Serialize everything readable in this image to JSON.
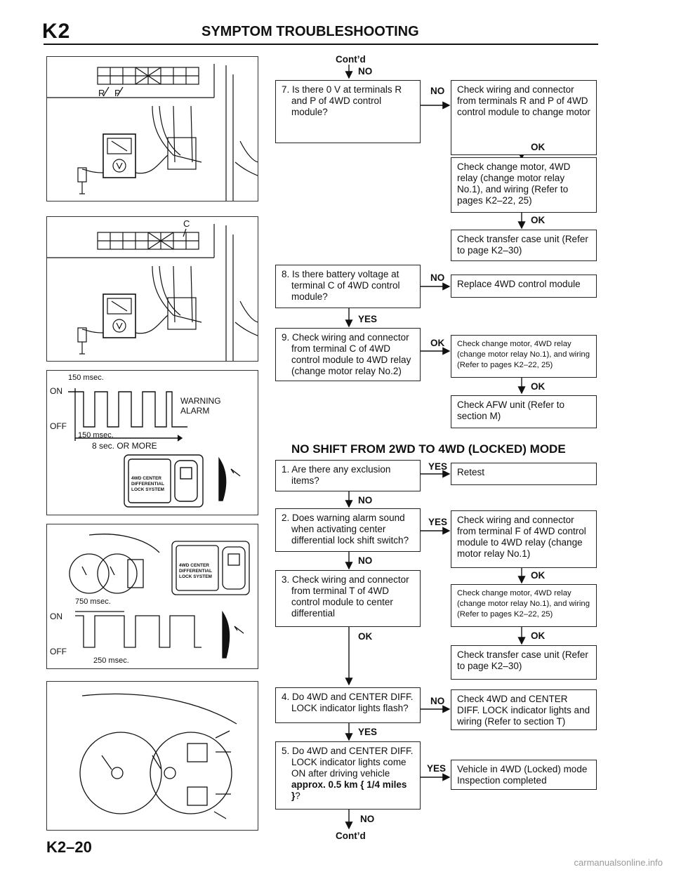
{
  "header": {
    "section_code": "K2",
    "title": "SYMPTOM TROUBLESHOOTING"
  },
  "footer": {
    "page_number": "K2–20",
    "watermark": "carmanualsonline.info"
  },
  "flow_top": {
    "contd_top": "Cont’d",
    "no_top": "NO",
    "q7": "7. Is there 0 V at terminals R and P of 4WD control module?",
    "no_7": "NO",
    "r7": "Check wiring and connector from terminals R and P of 4WD control module to change motor",
    "ok_a": "OK",
    "r7b": "Check change motor, 4WD relay (change motor relay No.1), and wiring (Refer to pages K2–22, 25)",
    "ok_b": "OK",
    "r7c": "Check transfer case unit (Refer to page K2–30)",
    "q8": "8. Is there battery voltage at terminal C of 4WD control module?",
    "no_8": "NO",
    "r8": "Replace 4WD control module",
    "yes_8": "YES",
    "q9": "9. Check wiring and connector from terminal C of 4WD control module to 4WD relay (change motor relay No.2)",
    "ok_9": "OK",
    "r9": "Check change motor, 4WD relay (change motor relay No.1), and wiring (Refer to pages K2–22, 25)",
    "ok_9b": "OK",
    "r9b": "Check AFW unit (Refer to section M)"
  },
  "section": {
    "title": "NO SHIFT FROM 2WD TO 4WD (LOCKED) MODE"
  },
  "flow_bottom": {
    "q1": "1. Are there any exclusion items?",
    "yes_1": "YES",
    "r1": "Retest",
    "no_1": "NO",
    "q2": "2. Does warning alarm sound when activating center differential lock shift switch?",
    "yes_2": "YES",
    "r2": "Check wiring and connector from terminal F of 4WD control module to 4WD relay (change motor relay No.1)",
    "ok_2": "OK",
    "r2b": "Check change motor, 4WD relay (change motor relay No.1), and wiring (Refer to pages K2–22, 25)",
    "ok_2b": "OK",
    "r2c": "Check transfer case unit (Refer to page K2–30)",
    "no_2": "NO",
    "q3": "3. Check wiring and connector from terminal T of 4WD control module to center differential",
    "ok_3": "OK",
    "q4": "4. Do 4WD and CENTER DIFF. LOCK indicator lights flash?",
    "no_4": "NO",
    "r4": "Check 4WD and CENTER DIFF. LOCK indicator lights and wiring (Refer to section T)",
    "yes_4": "YES",
    "q5_prefix": "5. Do 4WD and CENTER DIFF. LOCK indicator lights come ON after driving vehicle ",
    "q5_bold": "approx. 0.5 km { 1/4 miles }",
    "q5_suffix": "?",
    "yes_5": "YES",
    "r5": "Vehicle in 4WD (Locked) mode Inspection completed",
    "no_5": "NO",
    "contd_bottom": "Cont’d"
  },
  "illustrations": {
    "panel1_labels": [
      "R",
      "P"
    ],
    "panel2_label": "C",
    "panel3": {
      "top_time": "150 msec.",
      "on": "ON",
      "off": "OFF",
      "inner_time": "150 msec.",
      "duration": "8 sec. OR MORE",
      "signal": "WARNING ALARM",
      "switch_text": "4WD CENTER DIFFERENTIAL LOCK SYSTEM"
    },
    "panel4": {
      "top_time": "750 msec.",
      "on": "ON",
      "off": "OFF",
      "bottom_time": "250 msec.",
      "switch_text": "4WD CENTER DIFFERENTIAL LOCK SYSTEM"
    }
  }
}
